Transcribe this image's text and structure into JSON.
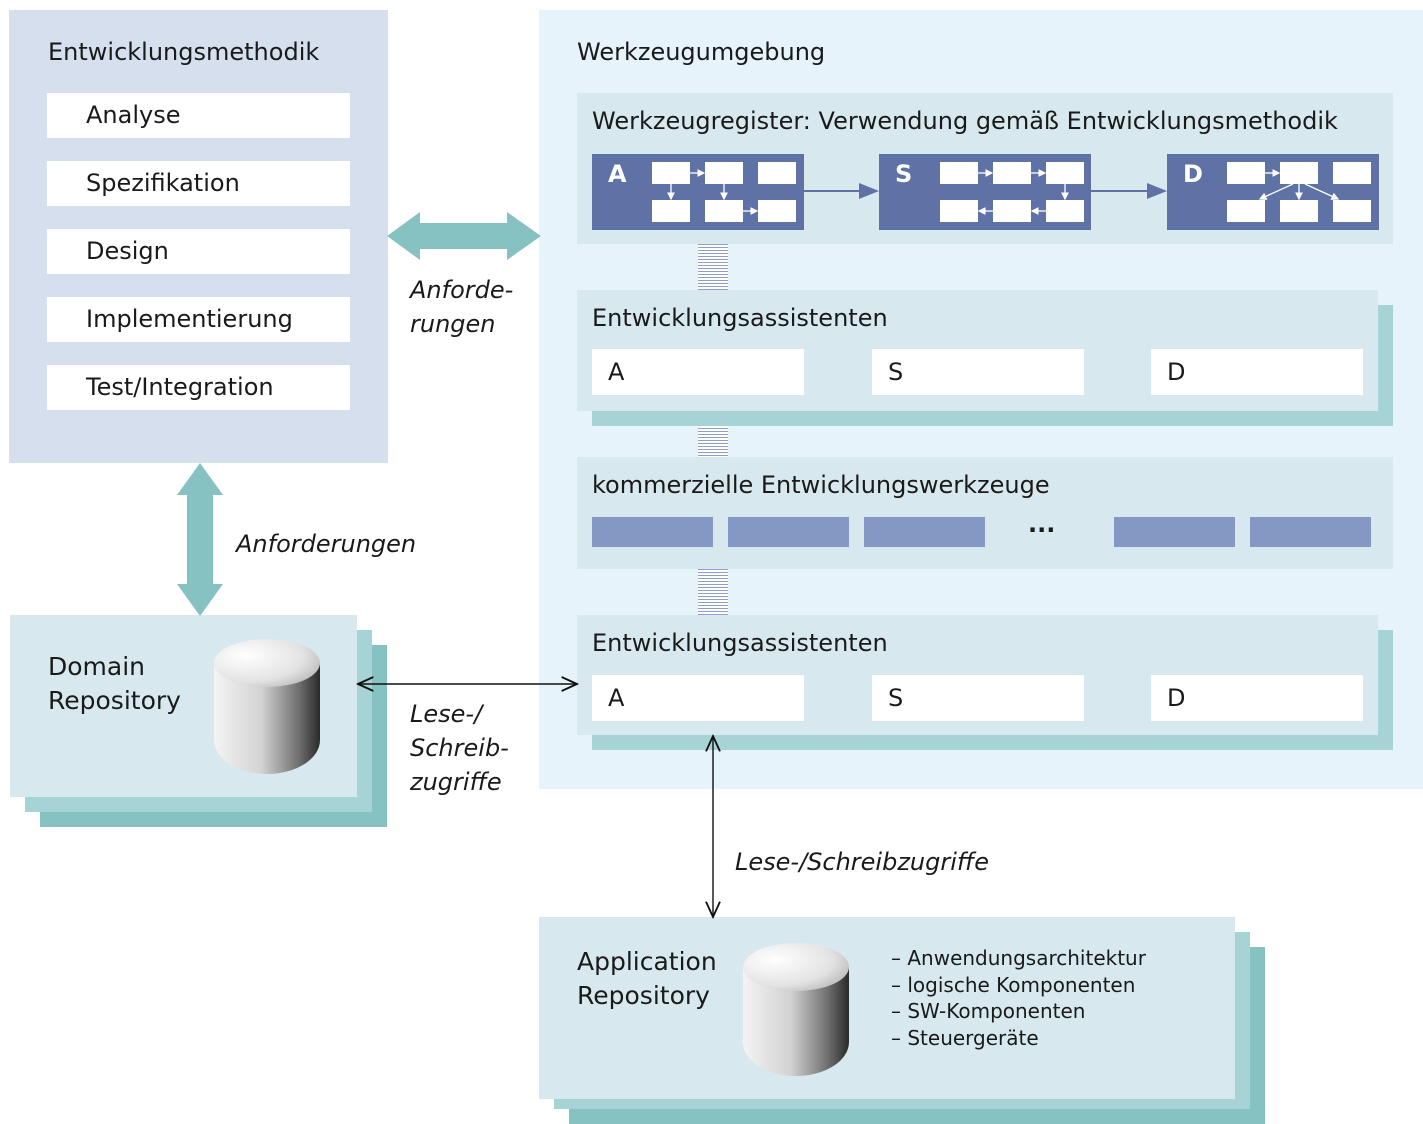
{
  "methodology": {
    "title": "Entwicklungsmethodik",
    "steps": [
      "Analyse",
      "Spezifikation",
      "Design",
      "Implementierung",
      "Test/Integration"
    ]
  },
  "tool_environment": {
    "title": "Werkzeugumgebung",
    "register": {
      "title": "Werkzeugregister: Verwendung gemäß Entwicklungsmethodik",
      "processes": [
        "A",
        "S",
        "D"
      ]
    },
    "assistants_top": {
      "title": "Entwicklungsassistenten",
      "items": [
        "A",
        "S",
        "D"
      ]
    },
    "commercial_tools": {
      "title": "kommerzielle Entwicklungswerkzeuge",
      "ellipsis": "..."
    },
    "assistants_bottom": {
      "title": "Entwicklungsassistenten",
      "items": [
        "A",
        "S",
        "D"
      ]
    }
  },
  "labels": {
    "requirements_split": [
      "Anforde-",
      "rungen"
    ],
    "requirements": "Anforderungen",
    "rw_split": [
      "Lese-/",
      "Schreib-",
      "zugriffe"
    ],
    "rw": "Lese-/Schreibzugriffe"
  },
  "domain_repository": {
    "title_lines": [
      "Domain",
      "Repository"
    ]
  },
  "application_repository": {
    "title_lines": [
      "Application",
      "Repository"
    ],
    "contents": [
      "Anwendungsarchitektur",
      "logische Komponenten",
      "SW-Komponenten",
      "Steuergeräte"
    ]
  },
  "colors": {
    "methodology_bg": "#d5dfee",
    "tools_bg": "#e6f3fa",
    "section_bg": "#d7e9ee",
    "process_blue": "#5f72a5",
    "tool_blue": "#8498c3",
    "arrow_teal": "#86c2c1"
  }
}
